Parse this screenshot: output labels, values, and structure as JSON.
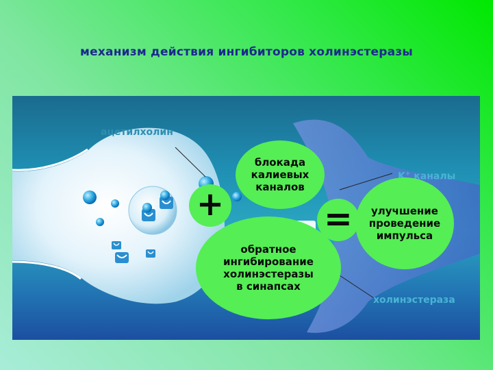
{
  "title": "механизм действия ингибиторов холинэстеразы",
  "labels": {
    "acetylcholine": "ацетилхолин",
    "k_channels": "K",
    "k_channels_sup": "+",
    "k_channels_rest": " каналы",
    "cholinesterase": "холинэстераза"
  },
  "bubbles": {
    "blockade": "блокада\nкалиевых\nканалов",
    "inhibition": "обратное\nингибирование\nхолинэстеразы\nв синапсах",
    "improvement": "улучшение\nпроведение\nимпульса"
  },
  "operators": {
    "plus": "+",
    "equals": "="
  },
  "colors": {
    "title": "#1c2a8c",
    "bubble": "#55ee55",
    "acetylcholine_label": "#2f8fb0",
    "channel_label": "#49b4d6"
  }
}
